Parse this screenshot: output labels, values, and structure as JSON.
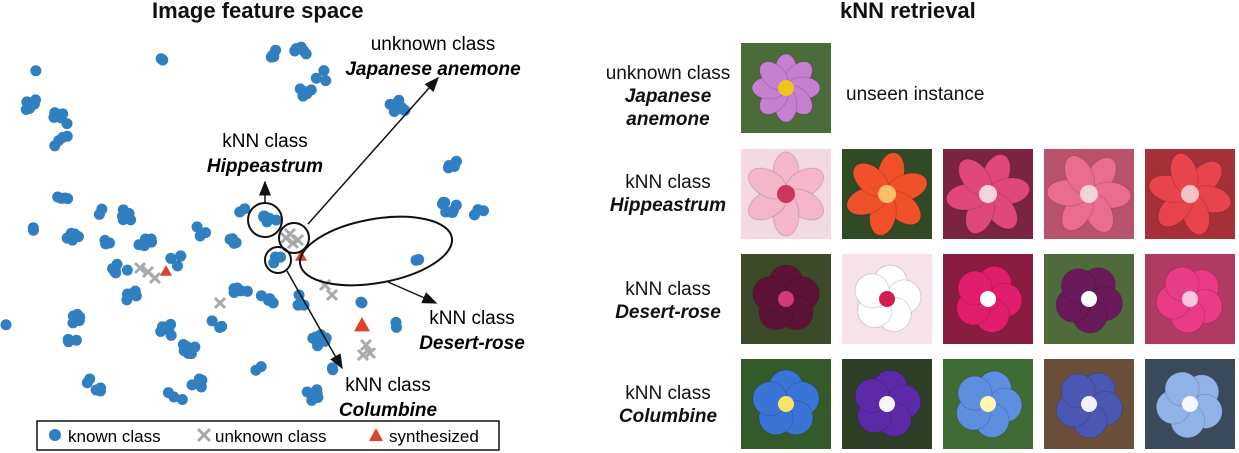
{
  "left_panel": {
    "title": "Image feature space",
    "annotations": {
      "unknown_prefix": "unknown class",
      "unknown_name": "Japanese anemone",
      "knn_prefix": "kNN class",
      "hippeastrum": "Hippeastrum",
      "desert_rose": "Desert-rose",
      "columbine": "Columbine"
    },
    "legend": [
      {
        "label": "known class",
        "marker": "blue-dot",
        "color": "#2f7fc1"
      },
      {
        "label": "unknown class",
        "marker": "gray-cross",
        "color": "#a9a9a9"
      },
      {
        "label": "synthesized",
        "marker": "red-triangle",
        "color": "#d9452c"
      }
    ]
  },
  "right_panel": {
    "title": "kNN retrieval",
    "rows": [
      {
        "prefix": "unknown class",
        "name": "Japanese anemone",
        "note": "unseen instance",
        "images": [
          {
            "kind": "anemone",
            "petal": "#c77fd0",
            "center": "#f0c419",
            "bg": "#4b6b3a"
          }
        ]
      },
      {
        "prefix": "kNN class",
        "name": "Hippeastrum",
        "images": [
          {
            "kind": "lily",
            "petal": "#f4b6c8",
            "center": "#c8385d",
            "bg": "#f3d9e2"
          },
          {
            "kind": "lily",
            "petal": "#f0502a",
            "center": "#f9c06a",
            "bg": "#2f4a24"
          },
          {
            "kind": "lily",
            "petal": "#e0477b",
            "center": "#f7d3df",
            "bg": "#7a2440"
          },
          {
            "kind": "lily",
            "petal": "#ea6c8e",
            "center": "#f6d2dc",
            "bg": "#b8536b"
          },
          {
            "kind": "lily",
            "petal": "#e8444b",
            "center": "#f5c3c3",
            "bg": "#a62f38"
          }
        ]
      },
      {
        "prefix": "kNN class",
        "name": "Desert-rose",
        "images": [
          {
            "kind": "rose",
            "petal": "#5c1236",
            "center": "#d23a7a",
            "bg": "#3d4a2a"
          },
          {
            "kind": "rose",
            "petal": "#ffffff",
            "center": "#d61b4d",
            "bg": "#f6e3e8"
          },
          {
            "kind": "rose",
            "petal": "#e21d6e",
            "center": "#ffffff",
            "bg": "#8a1c3f"
          },
          {
            "kind": "rose",
            "petal": "#6a1a5a",
            "center": "#ffffff",
            "bg": "#4f6a3b"
          },
          {
            "kind": "rose",
            "petal": "#ea3c86",
            "center": "#f8c8dc",
            "bg": "#b13a62"
          }
        ]
      },
      {
        "prefix": "kNN class",
        "name": "Columbine",
        "images": [
          {
            "kind": "columbine",
            "petal": "#3a74d6",
            "center": "#f5e66a",
            "bg": "#345a2a"
          },
          {
            "kind": "columbine",
            "petal": "#5c2aa8",
            "center": "#f7f3ff",
            "bg": "#2f3f27"
          },
          {
            "kind": "columbine",
            "petal": "#5d8ee0",
            "center": "#fff6b0",
            "bg": "#3f6b34"
          },
          {
            "kind": "columbine",
            "petal": "#4a58b4",
            "center": "#f2f2ff",
            "bg": "#6b4f3a"
          },
          {
            "kind": "columbine",
            "petal": "#8fb3e6",
            "center": "#f7f7ff",
            "bg": "#3a4a5a"
          }
        ]
      }
    ]
  }
}
